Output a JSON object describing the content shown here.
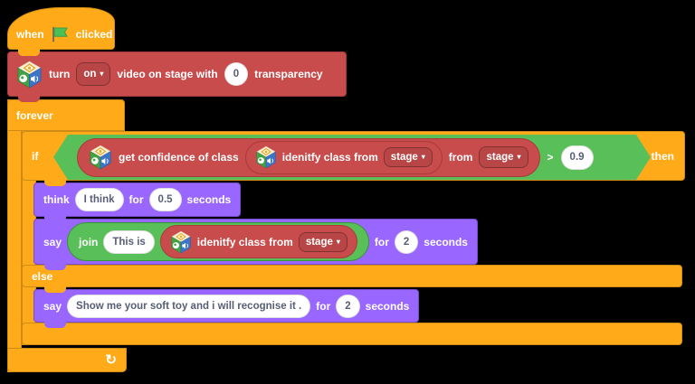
{
  "palette": {
    "control_orange": "#FFAB19",
    "ml4k_red": "#C84C4C",
    "looks_purple": "#9966FF",
    "operator_green": "#59C059",
    "oval_text": "#575E75",
    "flag_green": "#4CBF56"
  },
  "icons": {
    "dropdown_arrow": "▾",
    "loop_arrow": "↻"
  },
  "scripts": {
    "hat": {
      "when": "when",
      "clicked": "clicked"
    },
    "turn_video": {
      "turn": "turn",
      "state": "on",
      "label_mid": "video on stage with",
      "transparency_value": "0",
      "label_end": "transparency"
    },
    "forever": {
      "label": "forever"
    },
    "if_else": {
      "if_label": "if",
      "then_label": "then",
      "else_label": "else"
    },
    "condition": {
      "confidence_label": "get confidence of class",
      "identify_label": "idenitfy class from",
      "identify_source": "stage",
      "from_label": "from",
      "from_source": "stage",
      "operator": ">",
      "threshold": "0.9"
    },
    "think": {
      "label": "think",
      "message": "I think",
      "for_label": "for",
      "duration": "0.5",
      "seconds_label": "seconds"
    },
    "say_join": {
      "label": "say",
      "join_label": "join",
      "prefix": "This is",
      "identify_label": "idenitfy class from",
      "identify_source": "stage",
      "for_label": "for",
      "duration": "2",
      "seconds_label": "seconds"
    },
    "say_prompt": {
      "label": "say",
      "message": "Show me your soft toy and i will recognise it .",
      "for_label": "for",
      "duration": "2",
      "seconds_label": "seconds"
    }
  }
}
